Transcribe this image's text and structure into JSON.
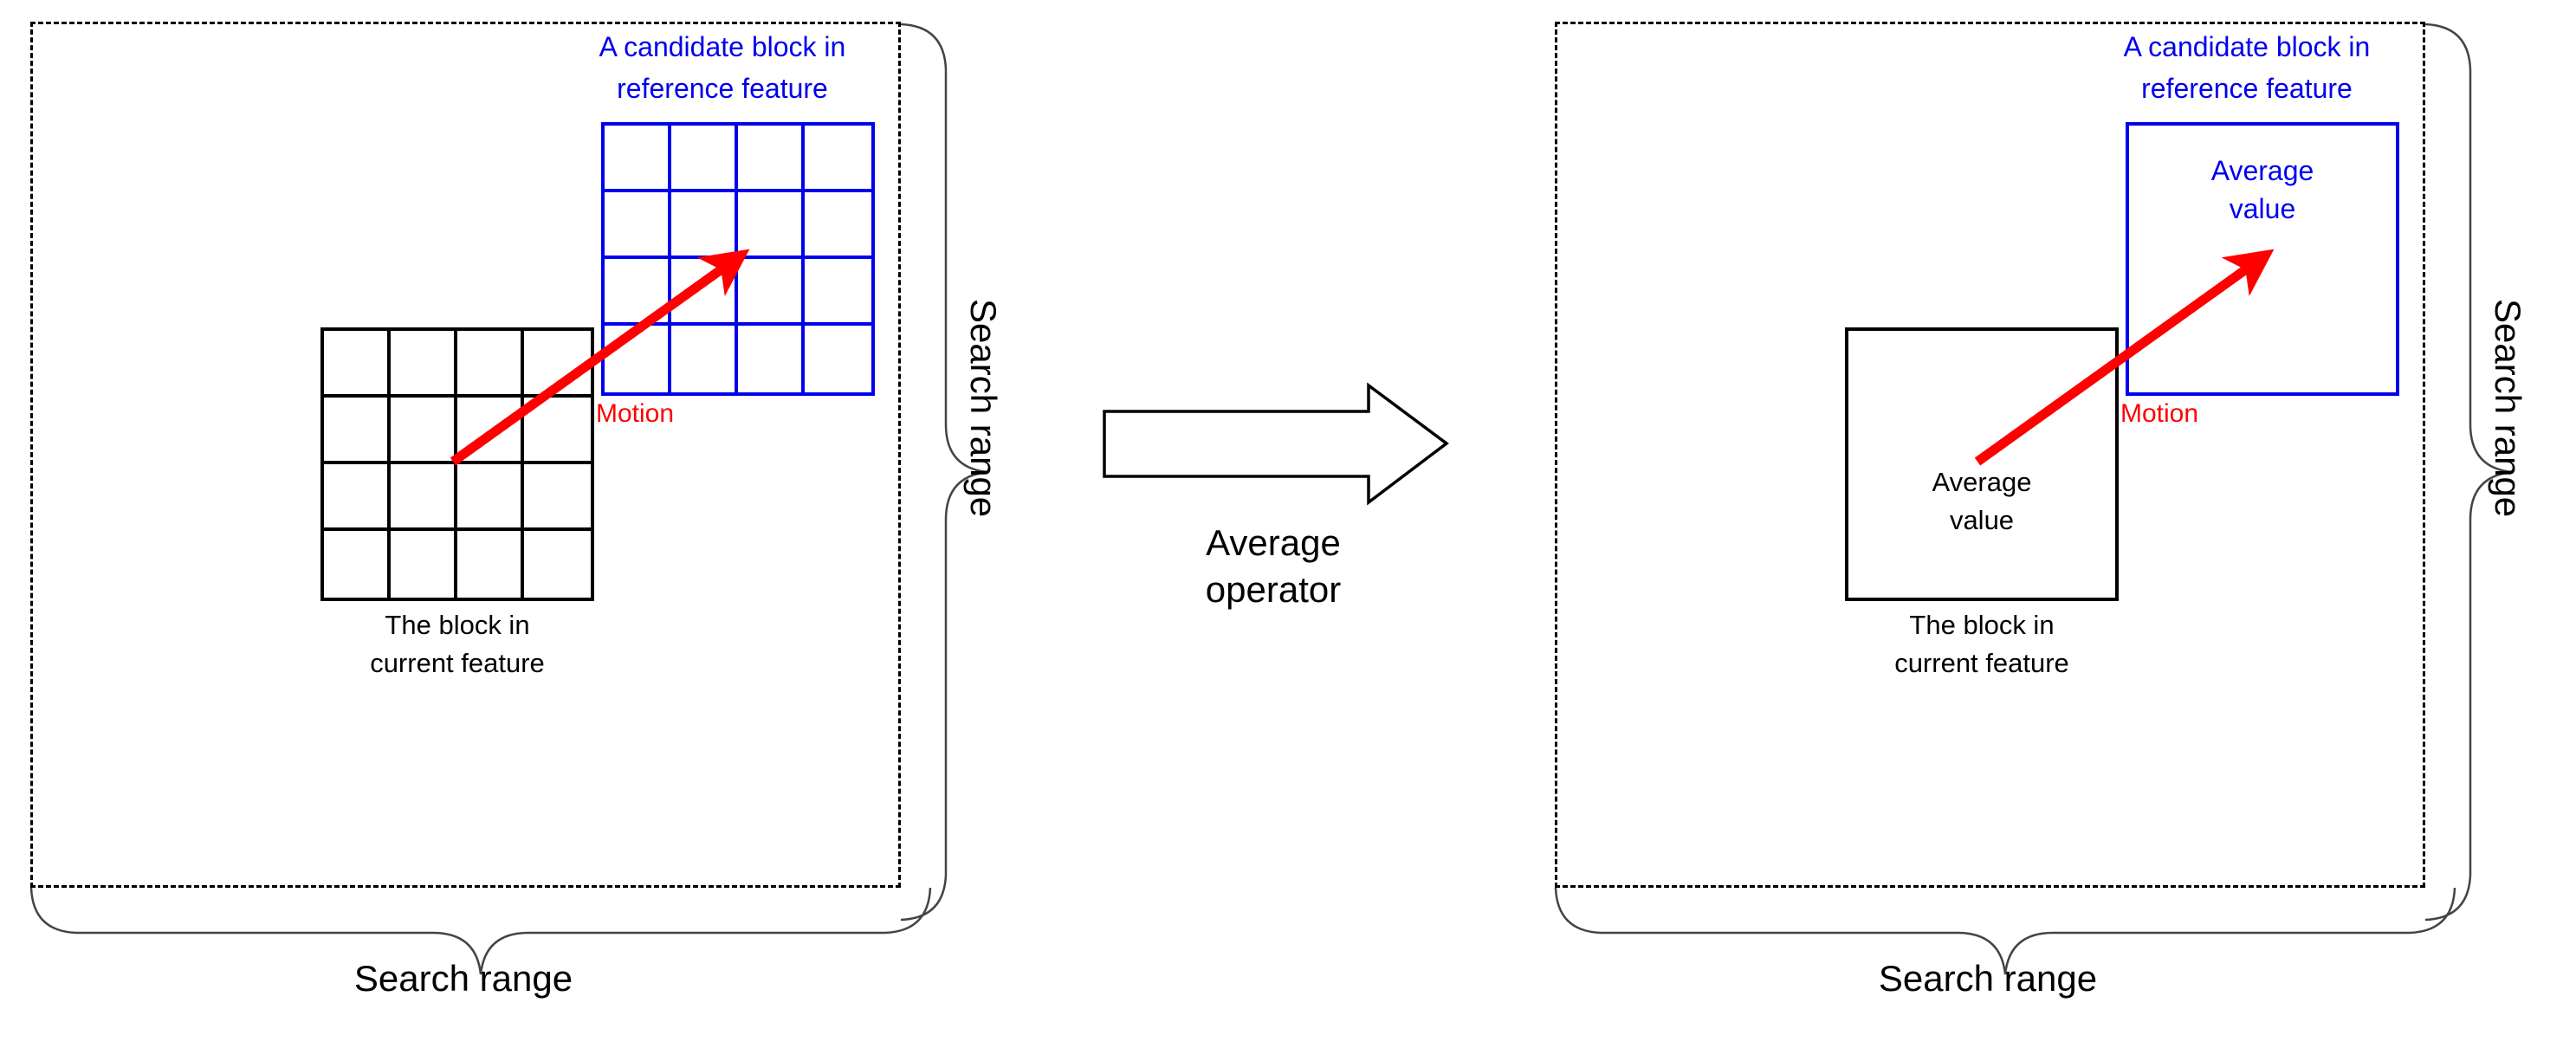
{
  "diagram": {
    "title_text": "",
    "colors": {
      "blue": "#0000EE",
      "red": "#FF0000",
      "black": "#000000",
      "background": "#FFFFFF"
    },
    "panels": [
      {
        "id": "before",
        "search_range_label_right": "Search range",
        "search_range_label_bottom": "Search range",
        "candidate_block_label": "A candidate block in\nreference feature",
        "current_block_label": "The block in\ncurrent feature",
        "motion_label": "Motion",
        "current_block_grid": {
          "rows": 4,
          "cols": 4,
          "style": "grid"
        },
        "candidate_block_grid": {
          "rows": 4,
          "cols": 4,
          "style": "grid"
        },
        "inner_value_label_current": "",
        "inner_value_label_candidate": ""
      },
      {
        "id": "after",
        "search_range_label_right": "Search range",
        "search_range_label_bottom": "Search range",
        "candidate_block_label": "A candidate block in\nreference feature",
        "current_block_label": "The block in\ncurrent feature",
        "motion_label": "Motion",
        "current_block_grid": {
          "rows": 1,
          "cols": 1,
          "style": "plain"
        },
        "candidate_block_grid": {
          "rows": 1,
          "cols": 1,
          "style": "plain"
        },
        "inner_value_label_current": "Average\nvalue",
        "inner_value_label_candidate": "Average\nvalue"
      }
    ],
    "operator": {
      "label": "Average\noperator",
      "arrow_direction": "right"
    }
  }
}
